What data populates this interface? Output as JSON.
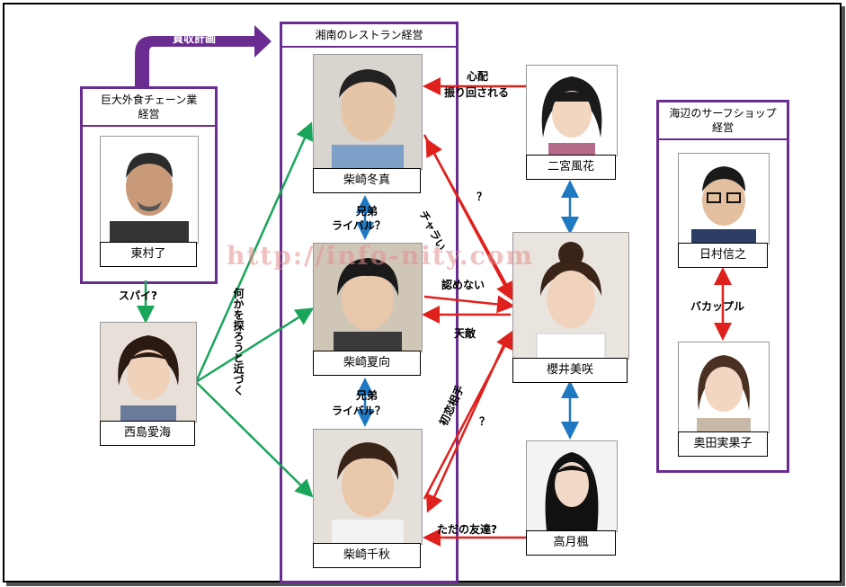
{
  "groups": {
    "restaurant": "湘南のレストラン経営",
    "chain": "巨大外食チェーン業\n経営",
    "surf": "海辺のサーフショップ\n経営"
  },
  "banner": "買収計画",
  "people": {
    "toma": "柴崎冬真",
    "natsuki": "柴崎夏向",
    "chiaki": "柴崎千秋",
    "higashimura": "東村了",
    "nishijima": "西島愛海",
    "ninomiya": "二宮風花",
    "sakurai": "櫻井美咲",
    "takatsuki": "高月楓",
    "himura": "日村信之",
    "okuda": "奥田実果子"
  },
  "labels": {
    "spy": "スパイ?",
    "approach": "何かを探ろうと近づく",
    "brothers_rival_1a": "兄弟",
    "brothers_rival_1b": "ライバル？",
    "brothers_rival_2a": "兄弟",
    "brothers_rival_2b": "ライバル？",
    "worry_a": "心配",
    "worry_b": "振り回される",
    "charai": "チャラい",
    "q1": "？",
    "not_accept": "認めない",
    "enemy": "天敵",
    "first_love": "初恋相手",
    "q2": "？",
    "just_friend": "ただの友達?",
    "baka_couple": "バカップル"
  },
  "watermark": "http://info-nity.com",
  "colors": {
    "purple": "#6a2c91",
    "green": "#1aa55a",
    "red": "#e0201c",
    "blue": "#1e78c2"
  }
}
